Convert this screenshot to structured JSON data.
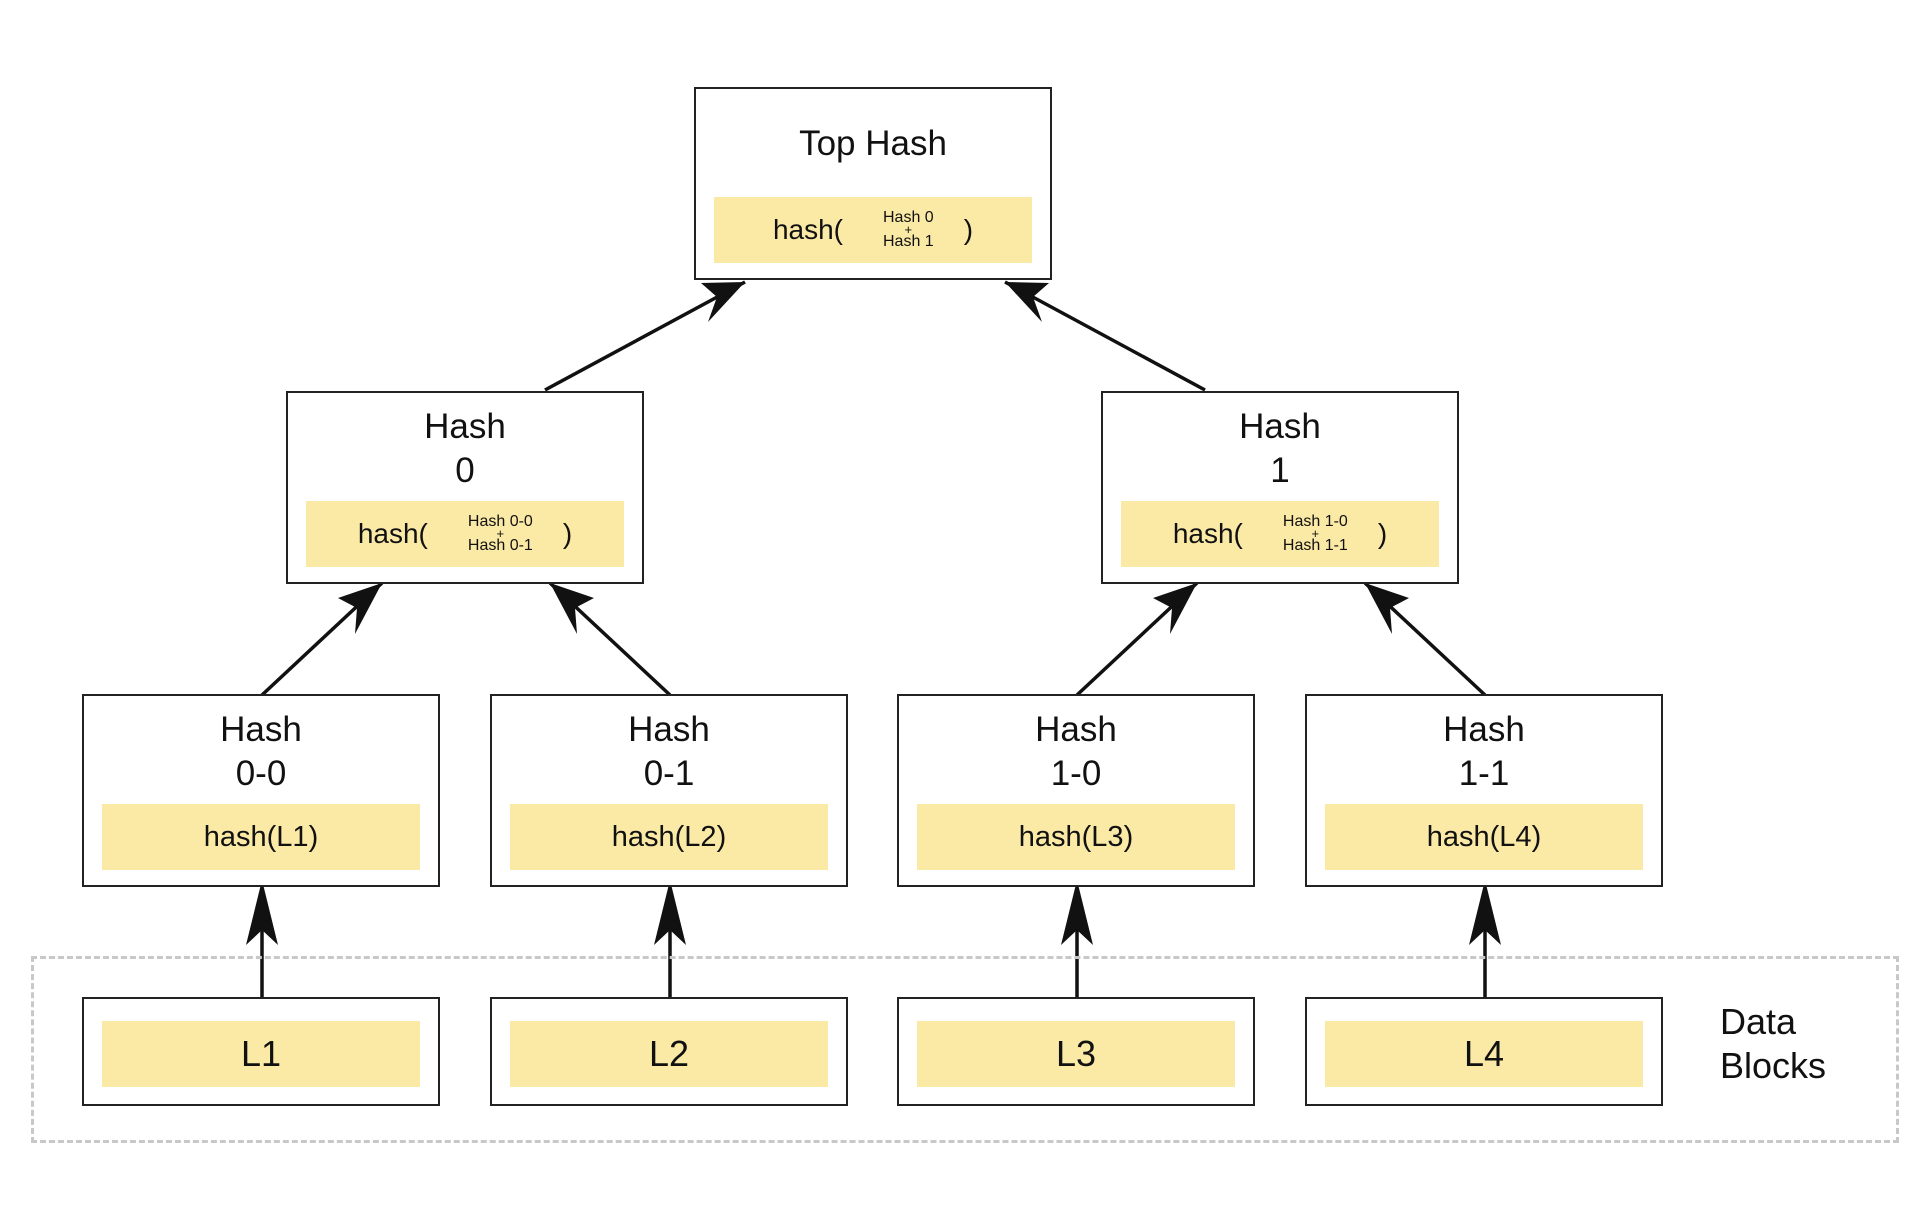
{
  "top": {
    "title": "Top Hash",
    "fn": "hash(",
    "a": "Hash 0",
    "plus": "+",
    "b": "Hash 1",
    "close": ")"
  },
  "hash0": {
    "title": "Hash",
    "id": "0",
    "fn": "hash(",
    "a": "Hash 0-0",
    "plus": "+",
    "b": "Hash 0-1",
    "close": ")"
  },
  "hash1": {
    "title": "Hash",
    "id": "1",
    "fn": "hash(",
    "a": "Hash 1-0",
    "plus": "+",
    "b": "Hash 1-1",
    "close": ")"
  },
  "leaves": [
    {
      "title": "Hash",
      "id": "0-0",
      "value": "hash(L1)"
    },
    {
      "title": "Hash",
      "id": "0-1",
      "value": "hash(L2)"
    },
    {
      "title": "Hash",
      "id": "1-0",
      "value": "hash(L3)"
    },
    {
      "title": "Hash",
      "id": "1-1",
      "value": "hash(L4)"
    }
  ],
  "data_blocks": {
    "label_line1": "Data",
    "label_line2": "Blocks",
    "blocks": [
      "L1",
      "L2",
      "L3",
      "L4"
    ]
  },
  "colors": {
    "highlight": "#fbe9a6",
    "border": "#222222",
    "region_border": "#c8c8c8",
    "arrow": "#111111"
  }
}
